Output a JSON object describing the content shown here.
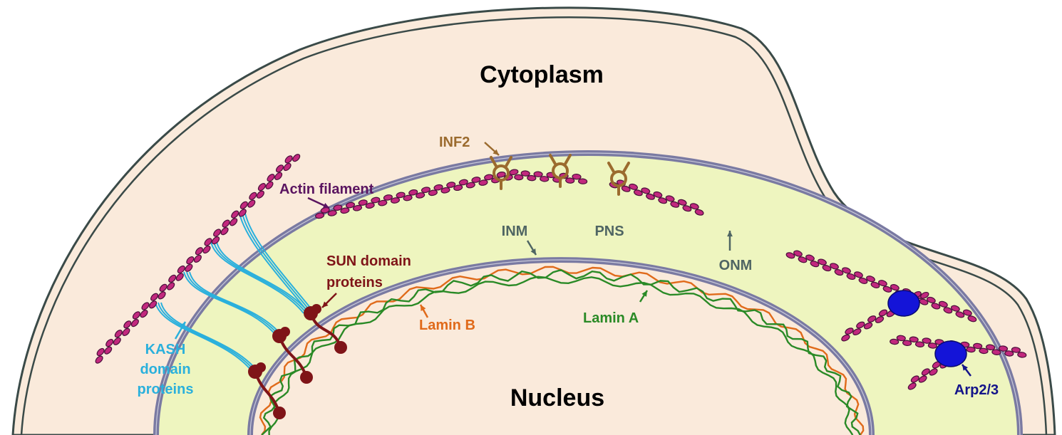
{
  "labels": {
    "cytoplasm": "Cytoplasm",
    "nucleus": "Nucleus",
    "inf2": "INF2",
    "actin_filament": "Actin filament",
    "inm": "INM",
    "pns": "PNS",
    "onm": "ONM",
    "sun_line1": "SUN domain",
    "sun_line2": "proteins",
    "lamin_b": "Lamin B",
    "lamin_a": "Lamin A",
    "kash_line1": "KASH",
    "kash_line2": "domain",
    "kash_line3": "proteins",
    "arp23": "Arp2/3"
  },
  "colors": {
    "cytoplasm_fill": "#faeadb",
    "cell_outline": "#3a4a48",
    "pns_fill": "#eef5bf",
    "membrane": "#7a7aa2",
    "nucleoplasm": "#faeadb",
    "actin": "#c2287e",
    "actin_edge": "#4a0f3a",
    "inf2": "#9b6b2e",
    "kash": "#2ab0dc",
    "sun": "#7f1418",
    "lamin_a": "#2a8a26",
    "lamin_b": "#e06a1a",
    "arp23": "#1414d8",
    "label_actin": "#5a1460",
    "label_membrane": "#4f6563",
    "label_sun": "#7f1418",
    "label_lamin_b": "#e06a1a",
    "label_lamin_a": "#2a8a26",
    "label_kash": "#2ab0dc",
    "label_arp": "#14148a",
    "label_inf2": "#9b6b2e"
  }
}
